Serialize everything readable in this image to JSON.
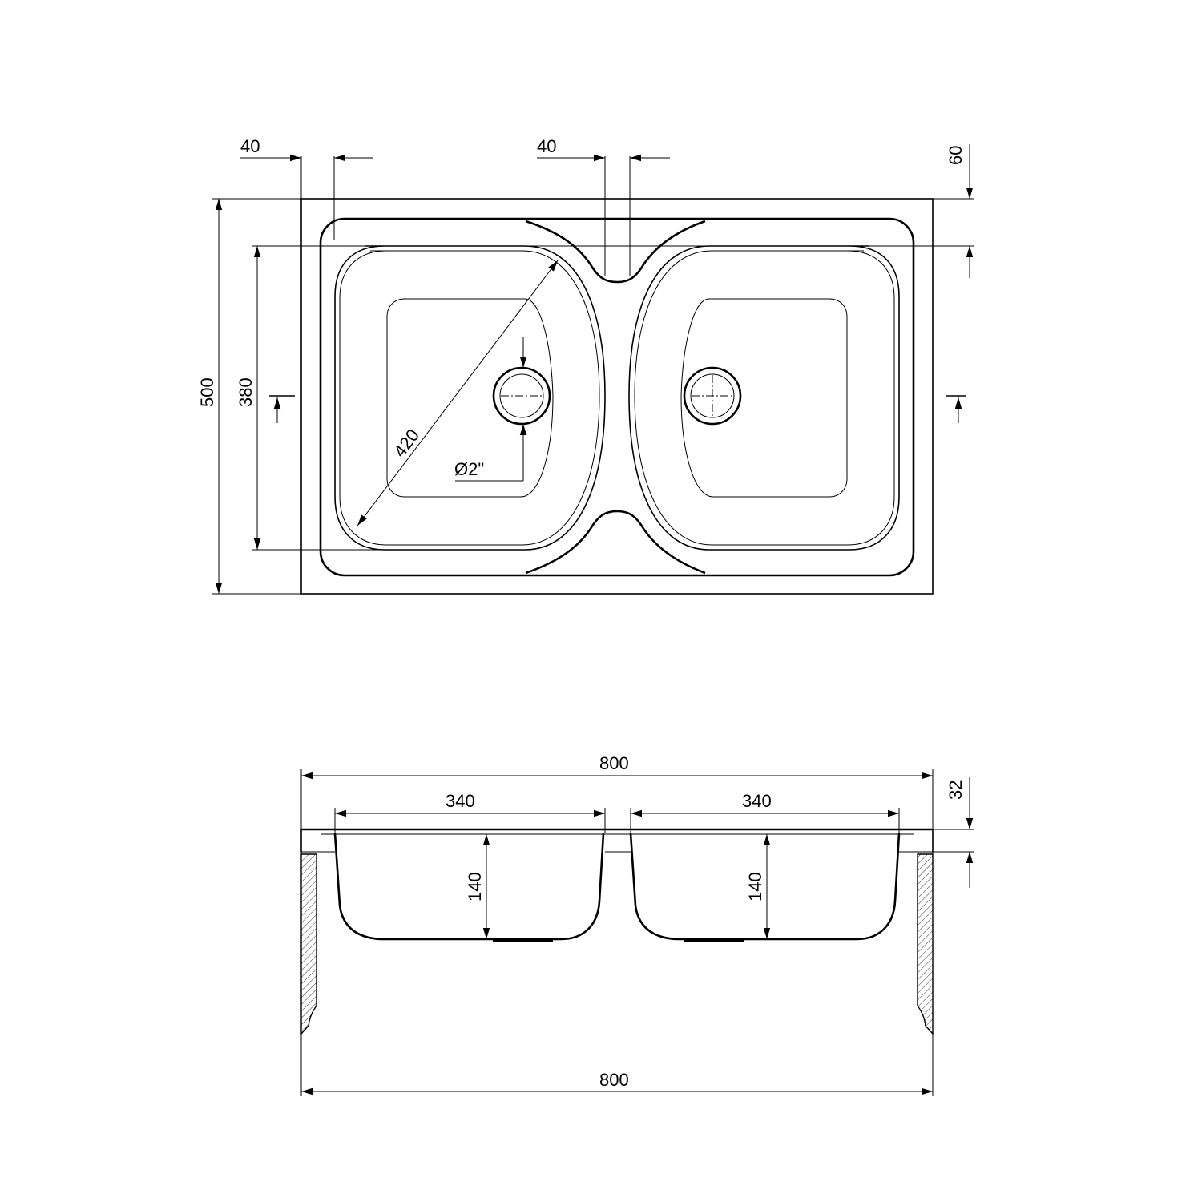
{
  "drawing": {
    "top_view": {
      "dim_rim_left": "40",
      "dim_bridge": "40",
      "dim_rim_top": "60",
      "dim_total_depth": "500",
      "dim_bowl_depth": "380",
      "dim_bowl_diagonal": "420",
      "dim_drain": "Ø2\""
    },
    "side_view": {
      "dim_top_width": "800",
      "dim_bowl_left_width": "340",
      "dim_bowl_right_width": "340",
      "dim_bowl_left_height": "140",
      "dim_bowl_right_height": "140",
      "dim_rim_height": "32",
      "dim_bottom_width": "800"
    }
  }
}
